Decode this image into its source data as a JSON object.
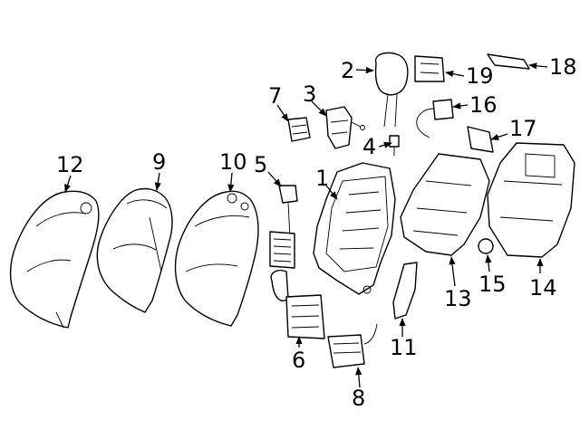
{
  "diagram": {
    "type": "exploded-parts-diagram",
    "callouts": [
      {
        "id": "1",
        "label": "1"
      },
      {
        "id": "2",
        "label": "2"
      },
      {
        "id": "3",
        "label": "3"
      },
      {
        "id": "4",
        "label": "4"
      },
      {
        "id": "5",
        "label": "5"
      },
      {
        "id": "6",
        "label": "6"
      },
      {
        "id": "7",
        "label": "7"
      },
      {
        "id": "8",
        "label": "8"
      },
      {
        "id": "9",
        "label": "9"
      },
      {
        "id": "10",
        "label": "10"
      },
      {
        "id": "11",
        "label": "11"
      },
      {
        "id": "12",
        "label": "12"
      },
      {
        "id": "13",
        "label": "13"
      },
      {
        "id": "14",
        "label": "14"
      },
      {
        "id": "15",
        "label": "15"
      },
      {
        "id": "16",
        "label": "16"
      },
      {
        "id": "17",
        "label": "17"
      },
      {
        "id": "18",
        "label": "18"
      },
      {
        "id": "19",
        "label": "19"
      }
    ]
  }
}
